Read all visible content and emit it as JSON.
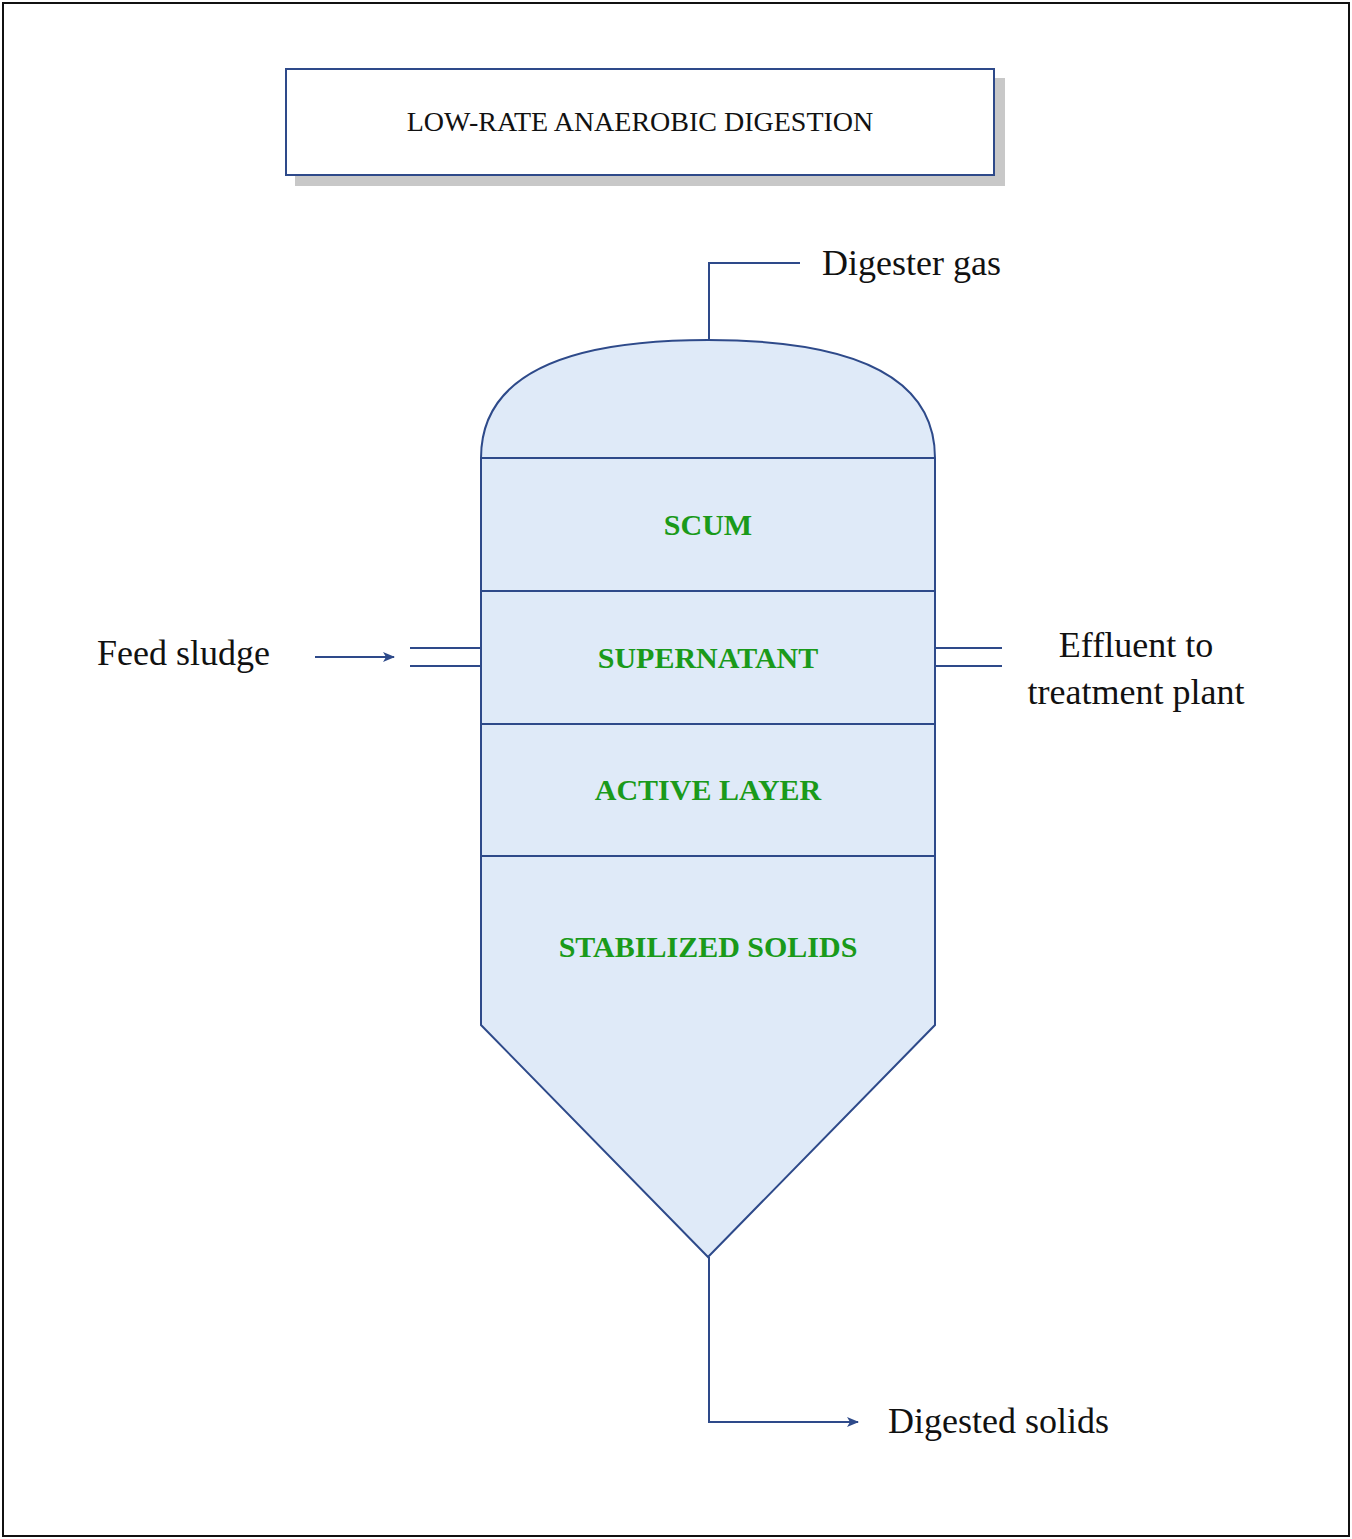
{
  "diagram": {
    "title": "LOW-RATE ANAEROBIC DIGESTION",
    "nodes": [
      {
        "text": [
          "SCUM"
        ]
      },
      {
        "text": [
          "SUPERNATANT"
        ]
      },
      {
        "text": [
          "ACTIVE LAYER"
        ]
      },
      {
        "text": [
          "STABILIZED SOLIDS"
        ]
      }
    ],
    "labels": [
      "Digester gas",
      "Feed sludge",
      "Effluent to treatment plant",
      "Digested solids"
    ]
  }
}
